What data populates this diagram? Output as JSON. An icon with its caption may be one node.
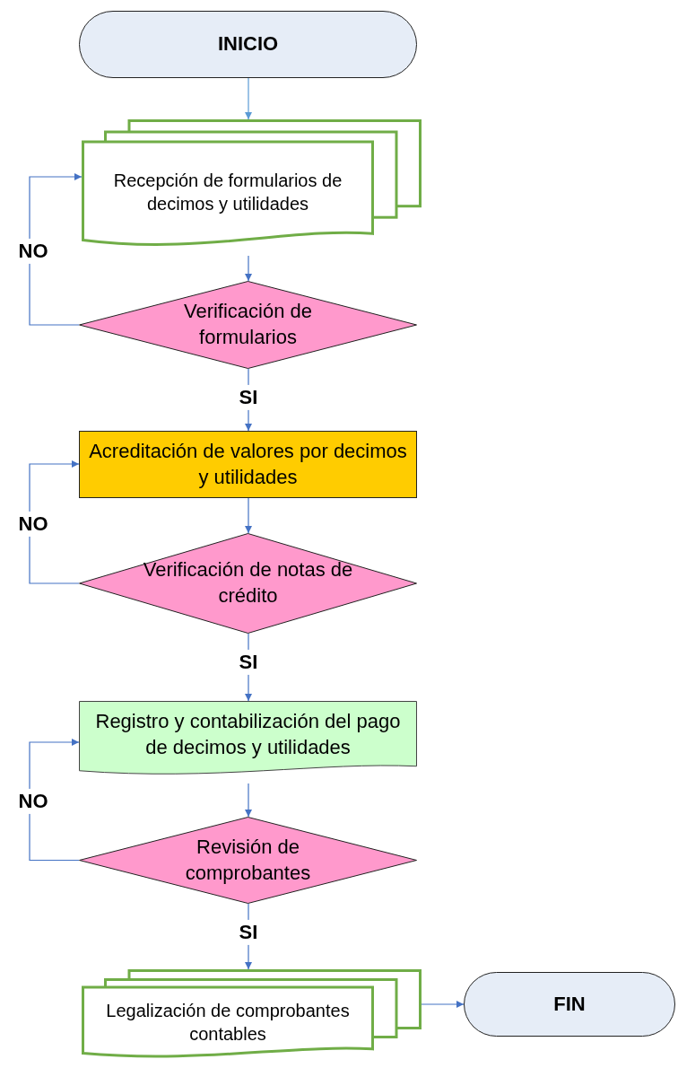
{
  "diagram": {
    "nodes": [
      {
        "text": [
          "INICIO"
        ]
      },
      {
        "text": [
          "Recepción de formularios de decimos y utilidades"
        ]
      },
      {
        "text": [
          "Verificación de formularios"
        ]
      },
      {
        "text": [
          "Acreditación de valores por decimos y utilidades"
        ]
      },
      {
        "text": [
          "Verificación de notas de crédito"
        ]
      },
      {
        "text": [
          "Registro y contabilización del pago de decimos y utilidades"
        ]
      },
      {
        "text": [
          "Revisión de comprobantes"
        ]
      },
      {
        "text": [
          "Legalización de comprobantes contables"
        ]
      },
      {
        "text": [
          "FIN"
        ]
      }
    ],
    "edges": [
      {
        "from": 0,
        "to": 1,
        "arrow": "to",
        "color": "#5b9bd5"
      },
      {
        "from": 1,
        "to": 2,
        "arrow": "to"
      },
      {
        "from": 2,
        "to": 1,
        "arrow": "to",
        "label": "NO"
      },
      {
        "from": 2,
        "to": 3,
        "arrow": "to",
        "label": "SI"
      },
      {
        "from": 3,
        "to": 4,
        "arrow": "to"
      },
      {
        "from": 4,
        "to": 3,
        "arrow": "to",
        "label": "NO"
      },
      {
        "from": 4,
        "to": 5,
        "arrow": "to",
        "label": "SI"
      },
      {
        "from": 5,
        "to": 6,
        "arrow": "to"
      },
      {
        "from": 6,
        "to": 5,
        "arrow": "to",
        "label": "NO"
      },
      {
        "from": 6,
        "to": 7,
        "arrow": "to",
        "label": "SI"
      },
      {
        "from": 7,
        "to": 8,
        "arrow": "to"
      }
    ]
  }
}
